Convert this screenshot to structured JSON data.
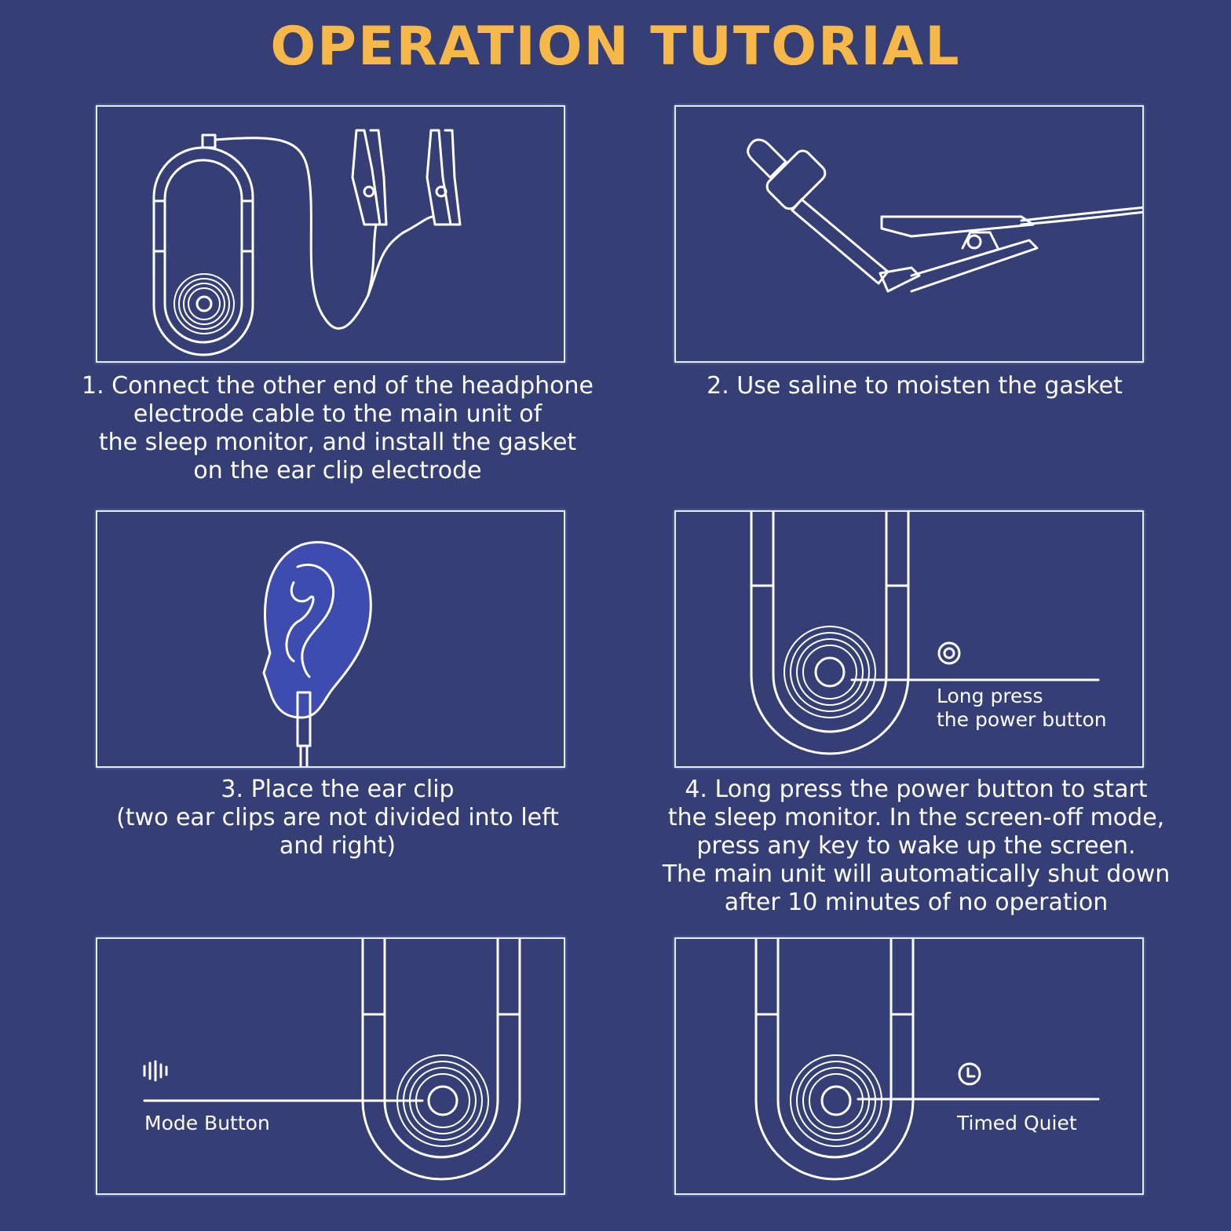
{
  "title": "OPERATION TUTORIAL",
  "colors": {
    "background": "#353e75",
    "title": "#f7b84a",
    "line": "#ffffff",
    "panel_border": "#e6ebff",
    "ear_fill": "#3d4cae"
  },
  "steps": [
    {
      "caption": "1. Connect the other end of the headphone\nelectrode cable to the main unit of\nthe sleep monitor, and install the gasket\non the ear clip electrode",
      "illustration": "device-with-ear-clips"
    },
    {
      "caption": "2. Use saline to moisten the gasket",
      "illustration": "dropper-and-clip"
    },
    {
      "caption": "3. Place the ear clip\n(two ear clips are not divided into left\nand right)",
      "illustration": "ear-with-clip"
    },
    {
      "caption": "4. Long press the power button to start\nthe sleep monitor. In the screen-off mode,\npress any key to wake up the screen.\nThe main unit will automatically shut down\nafter 10 minutes of no operation",
      "illustration": "power-button",
      "label": "Long press\nthe power button",
      "icon": "power-icon"
    },
    {
      "label": "Mode Button",
      "illustration": "mode-button",
      "icon": "wave-icon"
    },
    {
      "label": "Timed Quiet",
      "illustration": "timer-button",
      "icon": "clock-icon"
    }
  ]
}
